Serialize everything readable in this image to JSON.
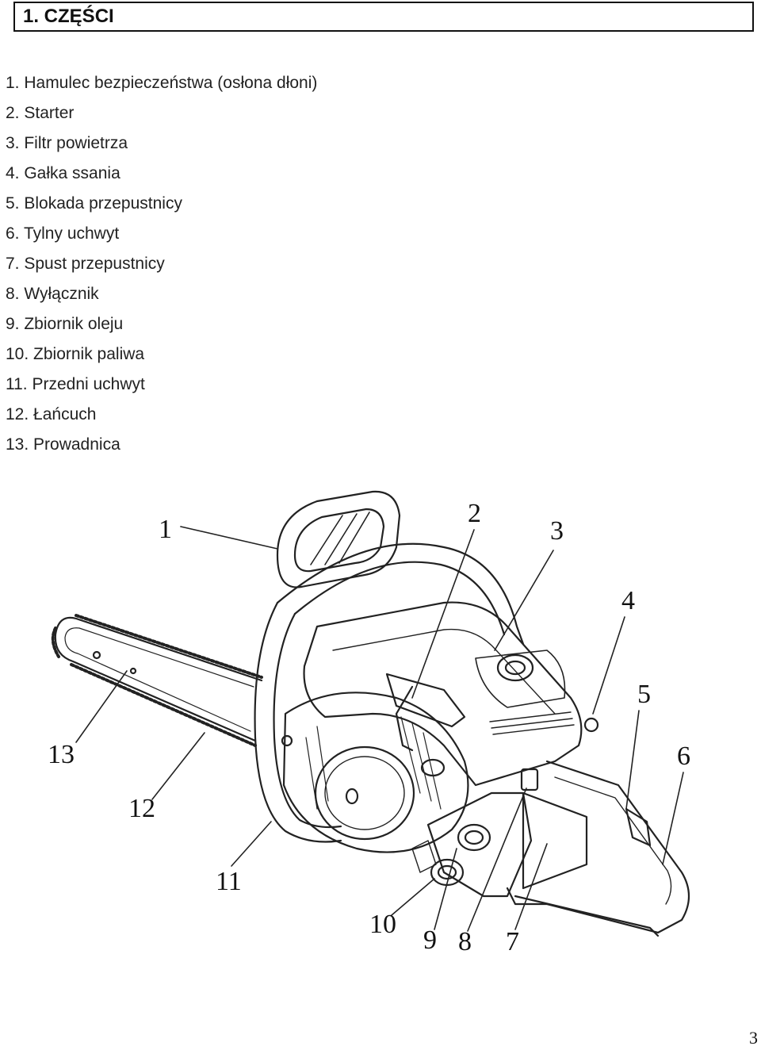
{
  "header": {
    "title": "1. CZĘŚCI"
  },
  "parts": [
    {
      "label": "1. Hamulec bezpieczeństwa (osłona dłoni)"
    },
    {
      "label": "2. Starter"
    },
    {
      "label": "3. Filtr powietrza"
    },
    {
      "label": "4. Gałka ssania"
    },
    {
      "label": "5. Blokada przepustnicy"
    },
    {
      "label": "6. Tylny uchwyt"
    },
    {
      "label": "7. Spust przepustnicy"
    },
    {
      "label": "8. Wyłącznik"
    },
    {
      "label": "9. Zbiornik oleju"
    },
    {
      "label": "10. Zbiornik paliwa"
    },
    {
      "label": "11. Przedni uchwyt"
    },
    {
      "label": "12. Łańcuch"
    },
    {
      "label": "13. Prowadnica"
    }
  ],
  "diagram": {
    "callouts": [
      "1",
      "2",
      "3",
      "4",
      "5",
      "6",
      "7",
      "8",
      "9",
      "10",
      "11",
      "12",
      "13"
    ]
  },
  "footer": {
    "page_number": "3"
  }
}
